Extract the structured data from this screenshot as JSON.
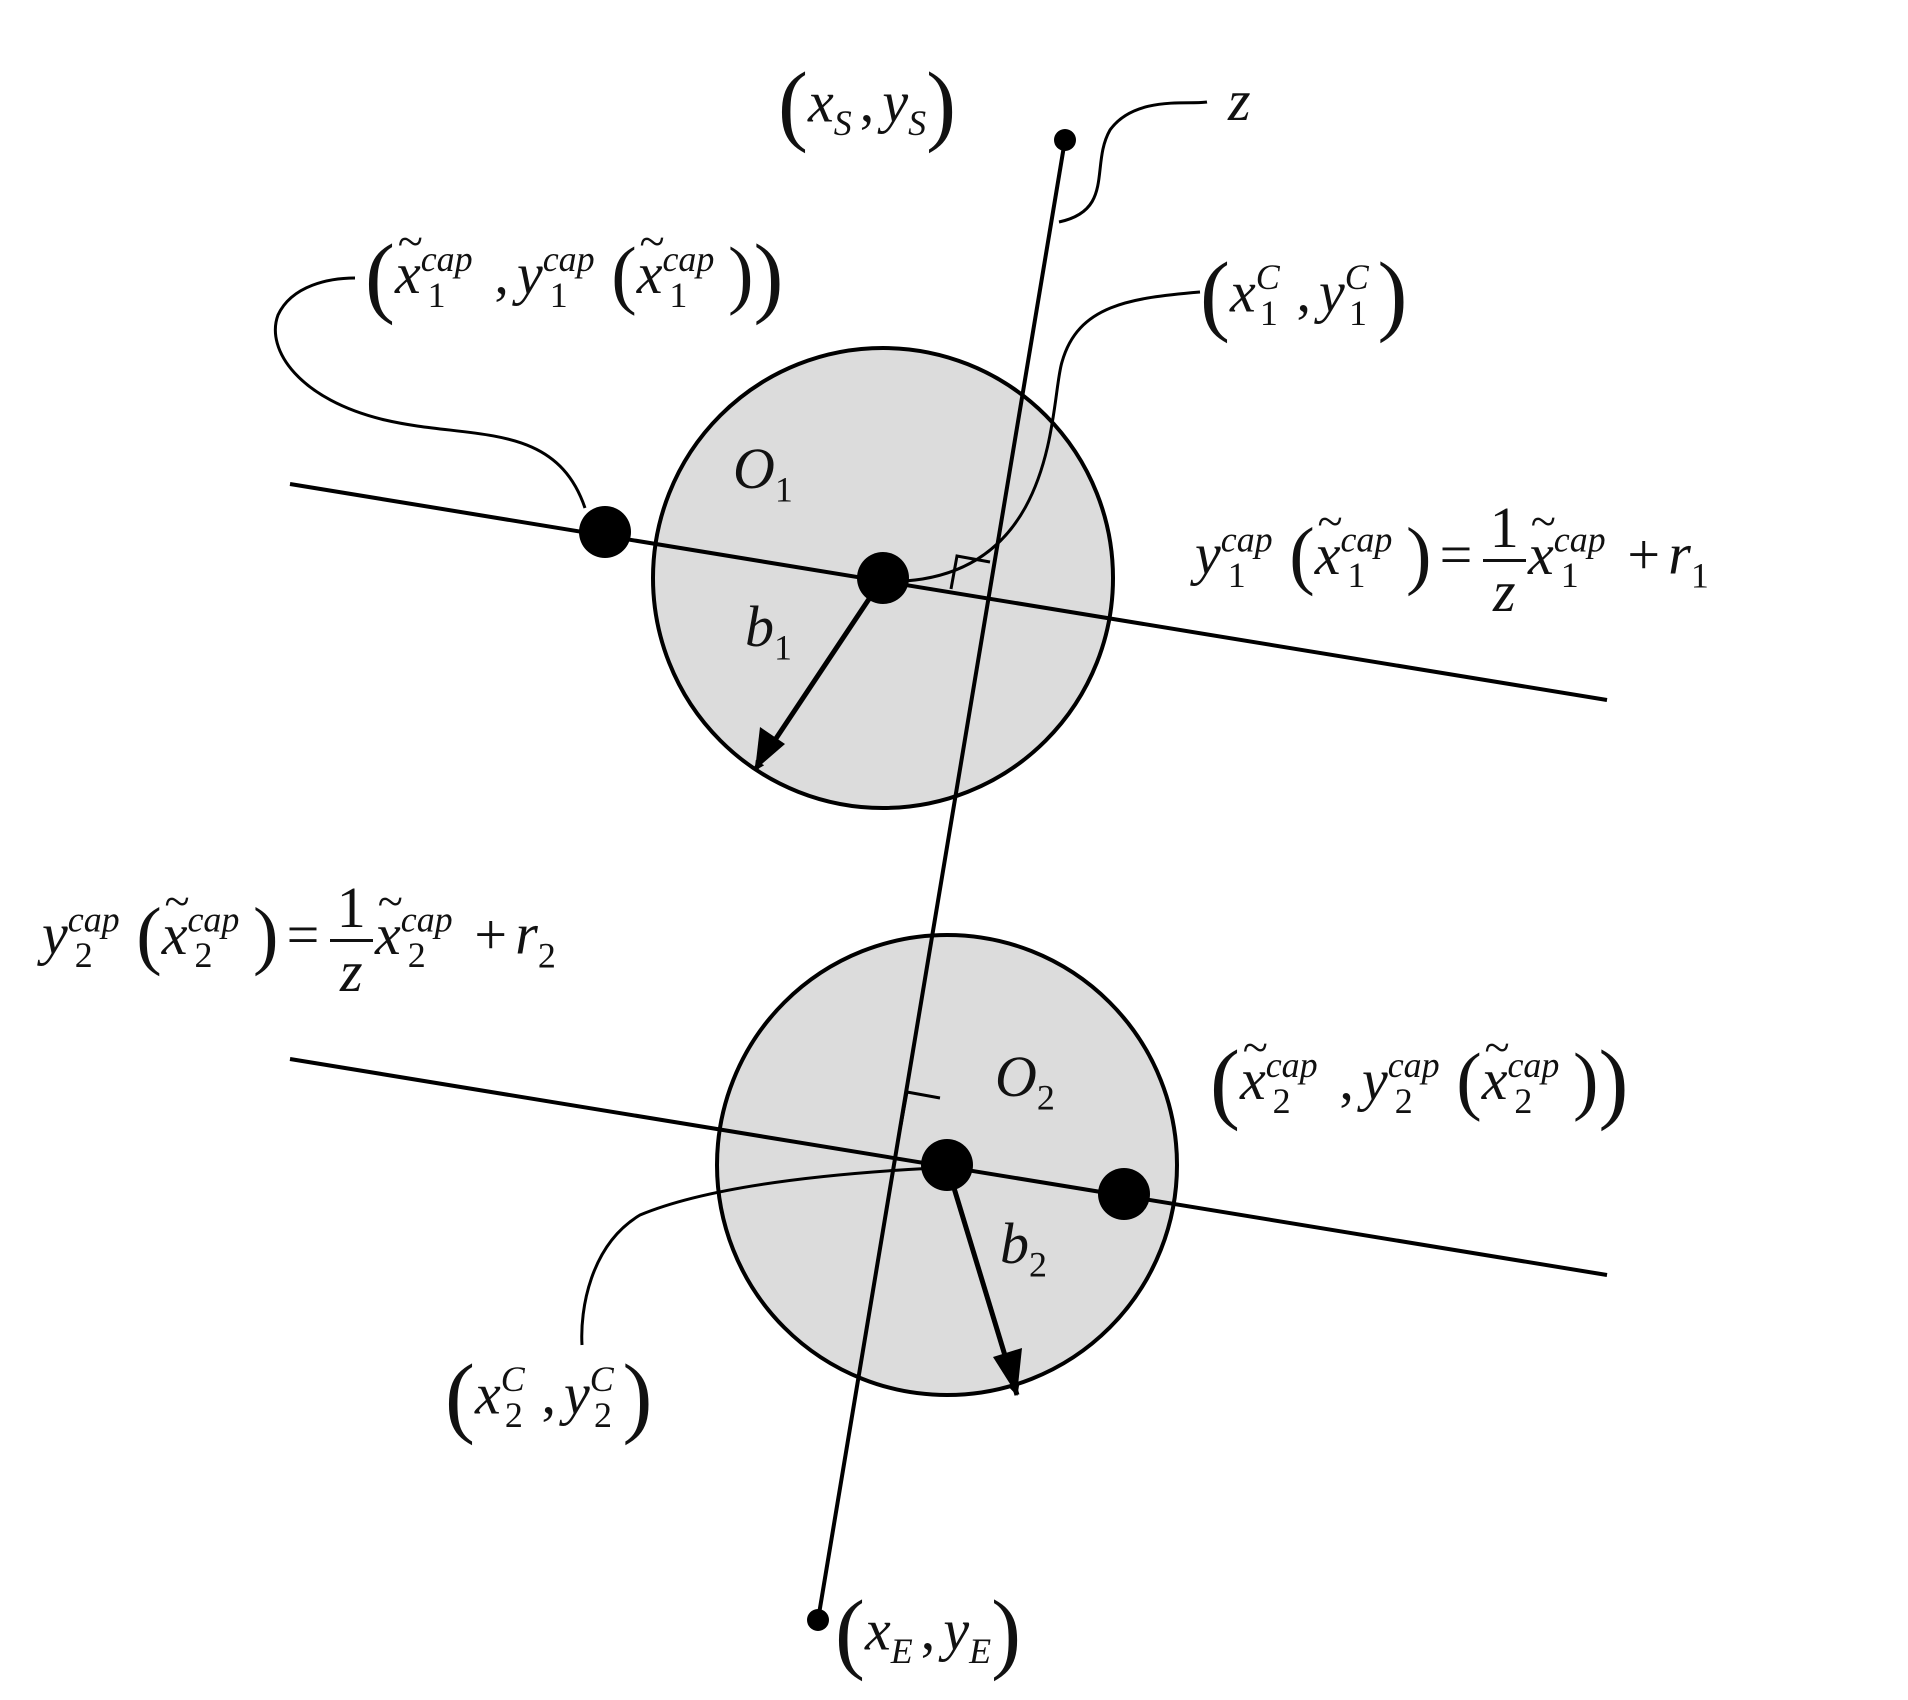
{
  "diagram": {
    "colors": {
      "stroke": "#000000",
      "circle_fill": "#dcdcdc",
      "background": "#ffffff"
    },
    "labels": {
      "start": {
        "x": "x",
        "x_sub": "S",
        "y": "y",
        "y_sub": "S"
      },
      "end": {
        "x": "x",
        "x_sub": "E",
        "y": "y",
        "y_sub": "E"
      },
      "line_name": "z",
      "circle1": {
        "name": "O",
        "sub": "1"
      },
      "circle2": {
        "name": "O",
        "sub": "2"
      },
      "radius1": {
        "name": "b",
        "sub": "1"
      },
      "radius2": {
        "name": "b",
        "sub": "2"
      },
      "center1": {
        "x": "x",
        "x_sub": "1",
        "x_sup": "C",
        "y": "y",
        "y_sub": "1",
        "y_sup": "C"
      },
      "center2": {
        "x": "x",
        "x_sub": "2",
        "x_sup": "C",
        "y": "y",
        "y_sub": "2",
        "y_sup": "C"
      },
      "cap_point1": {
        "x": "x",
        "sub": "1",
        "sup": "cap",
        "y": "y"
      },
      "cap_point2": {
        "x": "x",
        "sub": "2",
        "sup": "cap",
        "y": "y"
      },
      "equation1": {
        "lhs": "y",
        "sub": "1",
        "sup": "cap",
        "var": "x",
        "eq": "=",
        "num": "1",
        "den": "z",
        "plus": "+",
        "r": "r"
      },
      "equation2": {
        "lhs": "y",
        "sub": "2",
        "sup": "cap",
        "var": "x",
        "eq": "=",
        "num": "1",
        "den": "z",
        "plus": "+",
        "r": "r"
      }
    }
  }
}
